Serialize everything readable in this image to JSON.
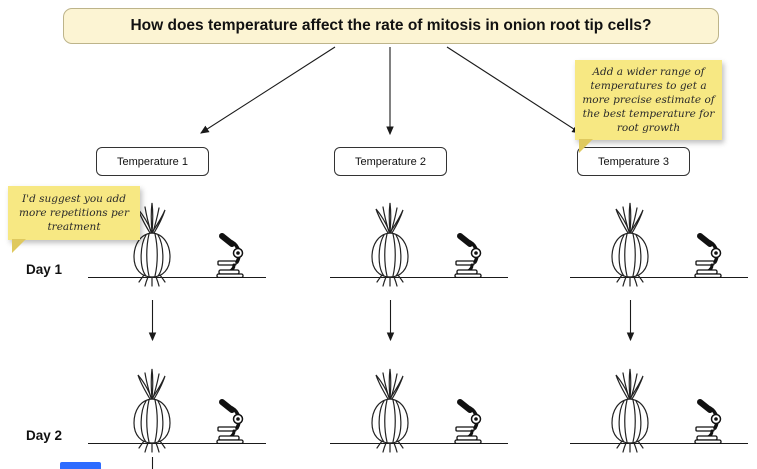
{
  "diagram": {
    "title": "How does temperature affect the rate of mitosis in onion root tip cells?",
    "treatments": [
      {
        "label": "Temperature 1"
      },
      {
        "label": "Temperature 2"
      },
      {
        "label": "Temperature 3"
      }
    ],
    "days": [
      {
        "label": "Day 1"
      },
      {
        "label": "Day 2"
      }
    ],
    "notes": {
      "left": "I'd suggest you add more repetitions per treatment",
      "right": "Add a wider range of temperatures to get a more precise estimate of the best temperature for root growth"
    },
    "icons": {
      "specimen": "onion-icon",
      "instrument": "microscope-icon"
    },
    "colors": {
      "title_bg": "#fcf4d3",
      "title_border": "#bdb48a",
      "sticky_bg": "#f7e883",
      "sticky_fold": "#dfc95f",
      "line": "#1a1a1a",
      "accent_blue": "#2d6cff"
    }
  }
}
